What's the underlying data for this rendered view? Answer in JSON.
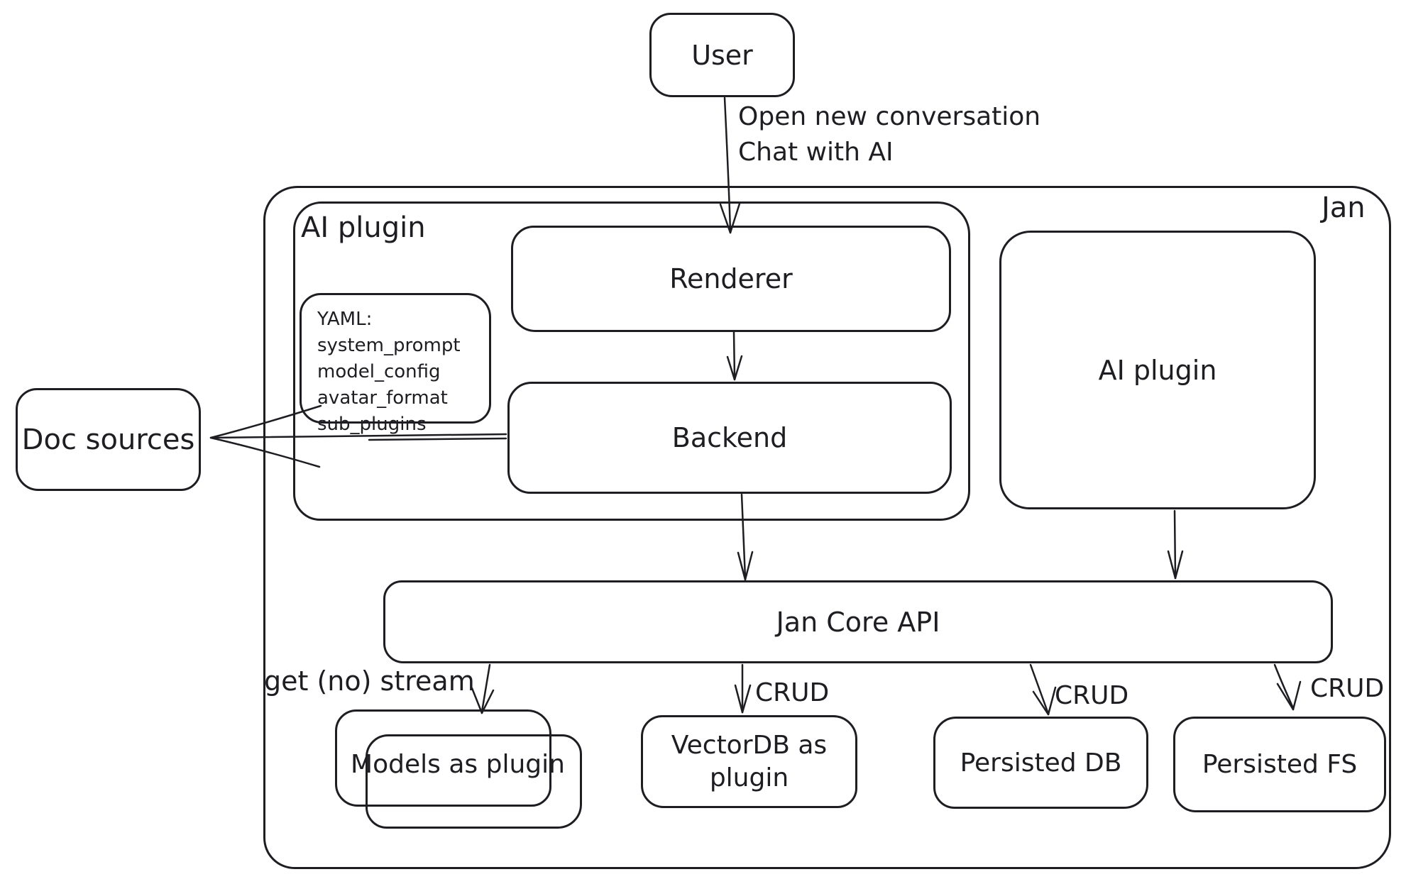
{
  "colors": {
    "stroke": "#1d1d22",
    "background": "#ffffff"
  },
  "nodes": {
    "user": "User",
    "jan": "Jan",
    "ai_plugin_container": "AI plugin",
    "renderer": "Renderer",
    "backend": "Backend",
    "ai_plugin_right": "AI plugin",
    "doc_sources": "Doc sources",
    "jan_core_api": "Jan Core API",
    "models_as_plugin": "Models as plugin",
    "vectordb_as_plugin": "VectorDB as plugin",
    "persisted_db": "Persisted DB",
    "persisted_fs": "Persisted FS"
  },
  "yaml_note": {
    "lines": [
      "YAML:",
      "system_prompt",
      "model_config",
      "avatar_format",
      "sub_plugins"
    ]
  },
  "edges": {
    "user_line1": "Open new conversation",
    "user_line2": "Chat with AI",
    "stream": "get (no) stream",
    "crud": [
      "CRUD",
      "CRUD",
      "CRUD"
    ]
  }
}
